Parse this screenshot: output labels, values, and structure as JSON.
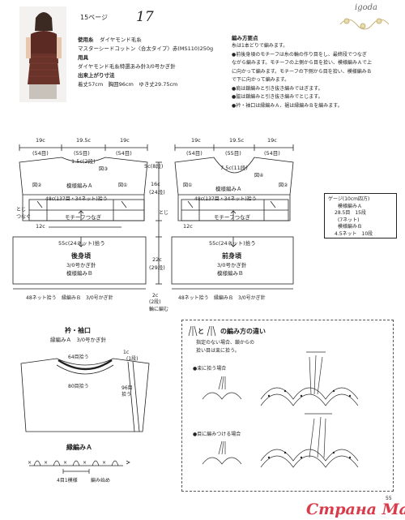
{
  "header": {
    "page_label": "15ページ",
    "pattern_no": "17",
    "brand": "igoda"
  },
  "materials": {
    "yarn_title": "使用糸",
    "yarn_brand": "ダイヤモンド毛糸",
    "yarn_detail": "マスターシードコットン〈合太タイプ〉赤(MS110)250g",
    "tools_title": "用具",
    "tools_detail": "ダイヤモンド毛糸特選あみ針3/0号かぎ針",
    "size_title": "出来上がり寸法",
    "size_detail": "着丈57cm　胸囲96cm　ゆき丈29.75cm"
  },
  "method": {
    "title": "編み方要点",
    "lines": [
      "糸は1本どりで編みます。",
      "●前後身頃のモチーフは糸の輪の作り目をし、最終段でつなぎ",
      "ながら編みます。モチーフの上側から目を拾い、模様編みＡで上",
      "に向かって編みます。モチーフの下側から目を拾い、模様編みＢ",
      "で下に向かって編みます。",
      "●肩は鎖編みと引き抜き編みではぎます。",
      "●脇は鎖編みと引き抜き編みでとじます。",
      "●衿・袖口は縁編みＡ、裾は縁編みＢを編みます。"
    ]
  },
  "back": {
    "top_cm": [
      "19c",
      "19.5c",
      "19c"
    ],
    "top_st": [
      "(54目)",
      "(55目)",
      "(54目)"
    ],
    "neck_drop": "1.5c(2段)",
    "neck_shape": "図③",
    "shoulder_drop": "5c(8段)",
    "left_shape": "図②",
    "right_shape": "図①",
    "upper_pattern": "模様編みＡ",
    "yoke_height": "16c",
    "yoke_rows": "(24段)",
    "pickup_upper": "48c(137目・34ネット)拾う",
    "side_label": "とじ",
    "side_label2": "つなぐ",
    "motif_label": "モチーフつなぎ",
    "motif_height": "12c",
    "width_55": "55c(24ネット)拾う",
    "body_title": "後身頃",
    "hook": "3/0号かぎ針",
    "lower_pattern": "模様編みＢ",
    "lower_height": "22c",
    "lower_rows": "(29段)",
    "hem_pickup": "48ネット拾う",
    "hem_edge": "縁編みＢ　3/0号かぎ針",
    "hem_height": "2c",
    "hem_rows": "(2段)",
    "hem_arrow": "輪に編む"
  },
  "front": {
    "top_cm": [
      "19c",
      "19.5c",
      "19c"
    ],
    "top_st": [
      "(54目)",
      "(55目)",
      "(54目)"
    ],
    "neck_drop": "7.5c(11段)",
    "neck_shape": "図④",
    "left_shape": "図①",
    "right_shape": "図②",
    "upper_pattern": "模様編みＡ",
    "pickup_upper": "48c(137目・34ネット)拾う",
    "side_label": "とじ",
    "motif_label": "モチーフつなぎ",
    "motif_height": "12c",
    "width_55": "55c(24ネット)拾う",
    "body_title": "前身頃",
    "hook": "3/0号かぎ針",
    "lower_pattern": "模様編みＢ",
    "hem_pickup": "48ネット拾う",
    "hem_edge": "縁編みＢ　3/0号かぎ針"
  },
  "gauge": {
    "title": "ゲージ(10cm四方)",
    "line1": "模様編みＡ",
    "line2": "28.5目　15段",
    "line3": "(7ネット)",
    "line4": "模様編みＢ",
    "line5": "4.5ネット　10段"
  },
  "neck_sleeve": {
    "title": "衿・袖口",
    "edge_label": "縁編みＡ　3/0号かぎ針",
    "neck_pick": "64目拾う",
    "sleeve_pick": "80目拾う",
    "side_pick": "96目",
    "side_pick2": "拾う",
    "rows1": "1c",
    "rows2": "(1段)"
  },
  "edge_a": {
    "title": "縁編みＡ",
    "repeat": "4目1模様",
    "start": "編み始め"
  },
  "difference": {
    "title_pre": "と",
    "title_post": "の編み方の違い",
    "note1": "指定のない場合、鎖からの",
    "note2": "拾い目は束に拾う。",
    "case1": "●束に拾う場合",
    "case2": "●目に編みつける場合"
  },
  "footer": {
    "page_no": "55",
    "watermark": "Страна Мам"
  }
}
